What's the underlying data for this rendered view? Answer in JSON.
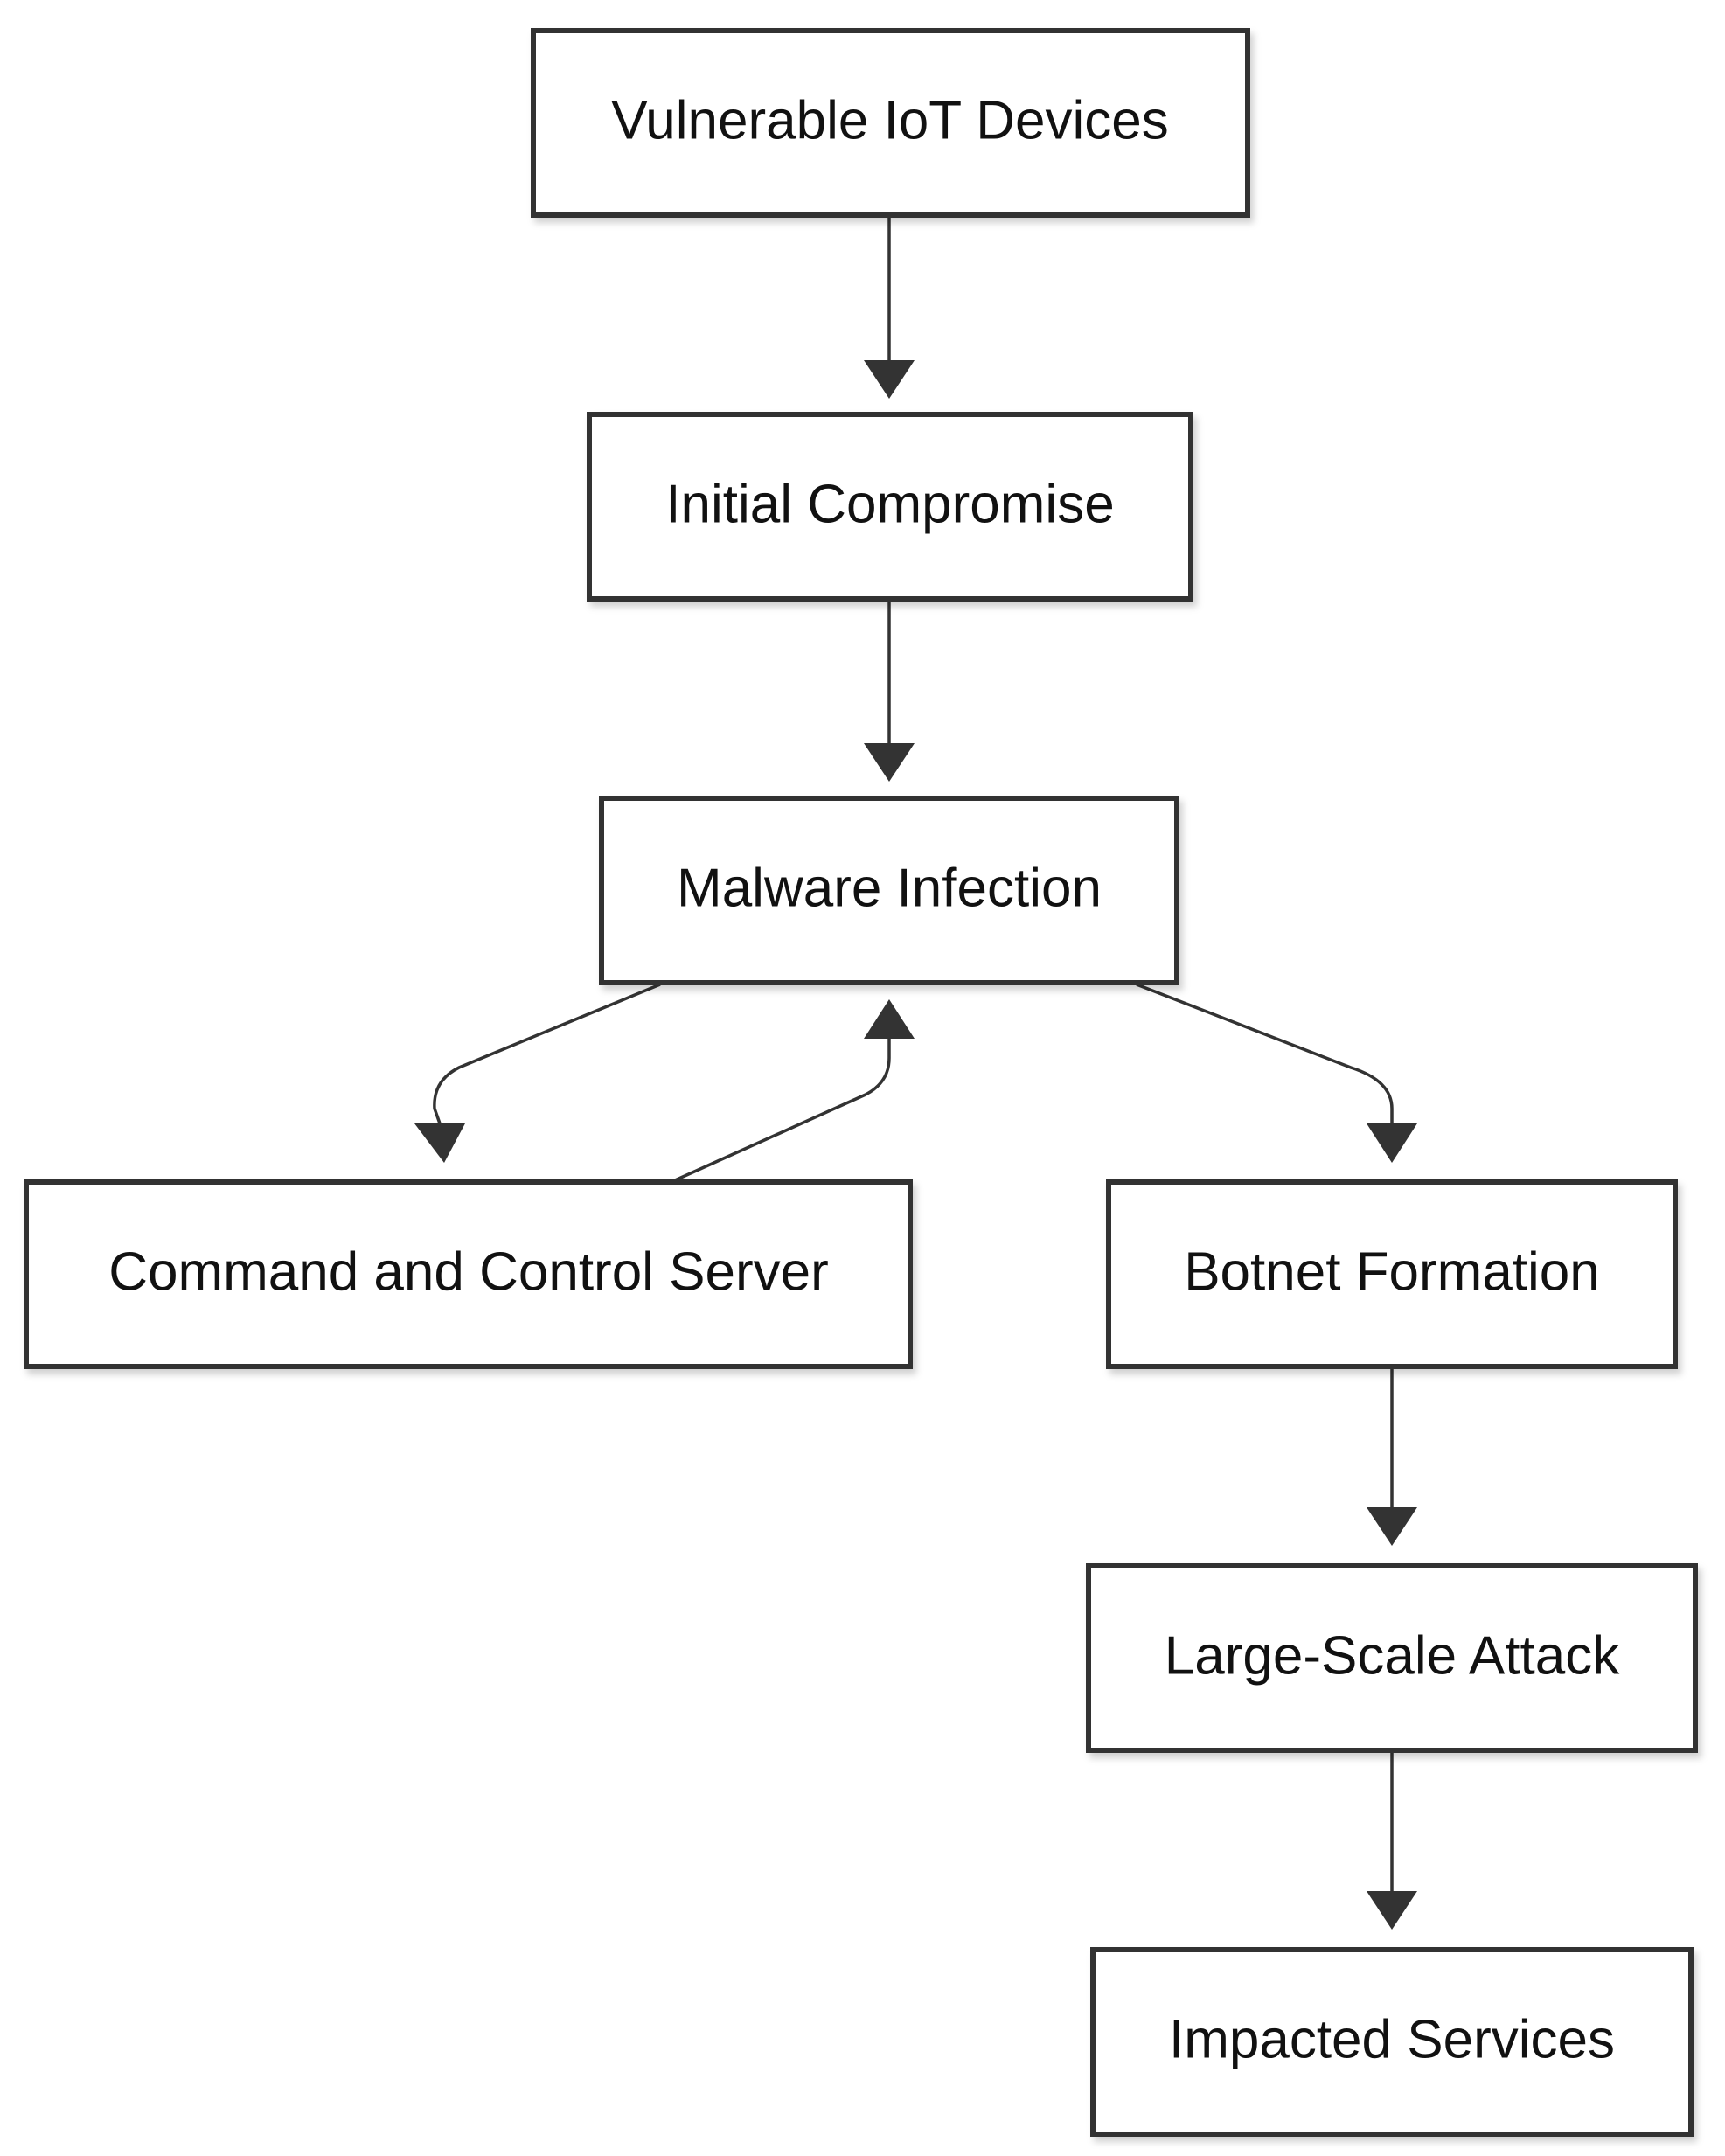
{
  "diagram": {
    "type": "flowchart",
    "nodes": [
      {
        "id": "vulnerable",
        "label": "Vulnerable IoT Devices"
      },
      {
        "id": "initial",
        "label": "Initial Compromise"
      },
      {
        "id": "malware",
        "label": "Malware Infection"
      },
      {
        "id": "c2",
        "label": "Command and Control Server"
      },
      {
        "id": "botnet",
        "label": "Botnet Formation"
      },
      {
        "id": "attack",
        "label": "Large-Scale Attack"
      },
      {
        "id": "impacted",
        "label": "Impacted Services"
      }
    ],
    "edges": [
      {
        "from": "vulnerable",
        "to": "initial"
      },
      {
        "from": "initial",
        "to": "malware"
      },
      {
        "from": "malware",
        "to": "c2"
      },
      {
        "from": "c2",
        "to": "malware"
      },
      {
        "from": "malware",
        "to": "botnet"
      },
      {
        "from": "botnet",
        "to": "attack"
      },
      {
        "from": "attack",
        "to": "impacted"
      }
    ],
    "colors": {
      "node_fill": "#ffffff",
      "node_stroke": "#333333",
      "edge": "#333333",
      "text": "#111111"
    }
  }
}
